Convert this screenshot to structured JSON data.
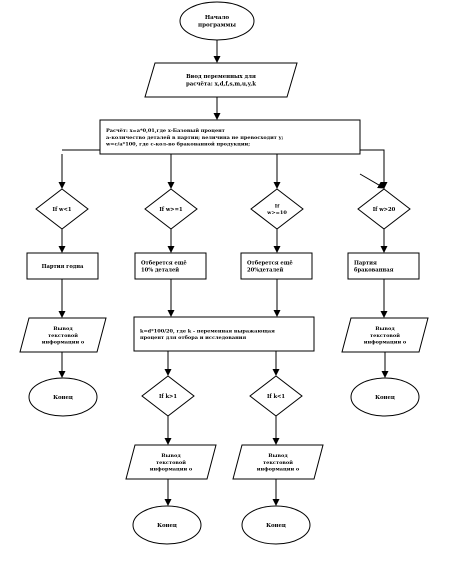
{
  "nodes": {
    "start": {
      "lines": [
        "Начало",
        "программы"
      ]
    },
    "input": {
      "lines": [
        "Ввод переменных для",
        "расчёта: x,d,f,s,m,u,y,k"
      ]
    },
    "calc": {
      "lines": [
        "Расчёт: x=a*0,01,где x-Базовый процент",
        "a-количество деталей в партии; величина не превосходит y;",
        "w=c/a*100, где с-кол-во бракованной продукции;"
      ]
    },
    "dec1": {
      "lines": [
        "If w<1"
      ]
    },
    "dec2": {
      "lines": [
        "If w>=1"
      ]
    },
    "dec3": {
      "lines": [
        "If",
        "w>=10"
      ]
    },
    "dec4": {
      "lines": [
        "If w>20"
      ]
    },
    "proc1": {
      "lines": [
        "Партия годна"
      ]
    },
    "proc2": {
      "lines": [
        "Отберется ещё",
        "10% деталей"
      ]
    },
    "proc3": {
      "lines": [
        "Отберется ещё",
        "20%деталей"
      ]
    },
    "proc4": {
      "lines": [
        "Партия",
        "бракованная"
      ]
    },
    "out1": {
      "lines": [
        "Вывод",
        "текстовой",
        "информации о"
      ]
    },
    "calc2": {
      "lines": [
        "k=d*100/20, где k - переменная выражающая",
        "процент для отбора и исследования"
      ]
    },
    "out4": {
      "lines": [
        "Вывод",
        "текстовой",
        "информации о"
      ]
    },
    "end1": {
      "lines": [
        "Конец"
      ]
    },
    "end4": {
      "lines": [
        "Конец"
      ]
    },
    "dec5": {
      "lines": [
        "If k>1"
      ]
    },
    "dec6": {
      "lines": [
        "If k<1"
      ]
    },
    "out5": {
      "lines": [
        "Вывод",
        "текстовой",
        "информации о"
      ]
    },
    "out6": {
      "lines": [
        "Вывод",
        "текстовой",
        "информации о"
      ]
    },
    "end5": {
      "lines": [
        "Конец"
      ]
    },
    "end6": {
      "lines": [
        "Конец"
      ]
    }
  }
}
